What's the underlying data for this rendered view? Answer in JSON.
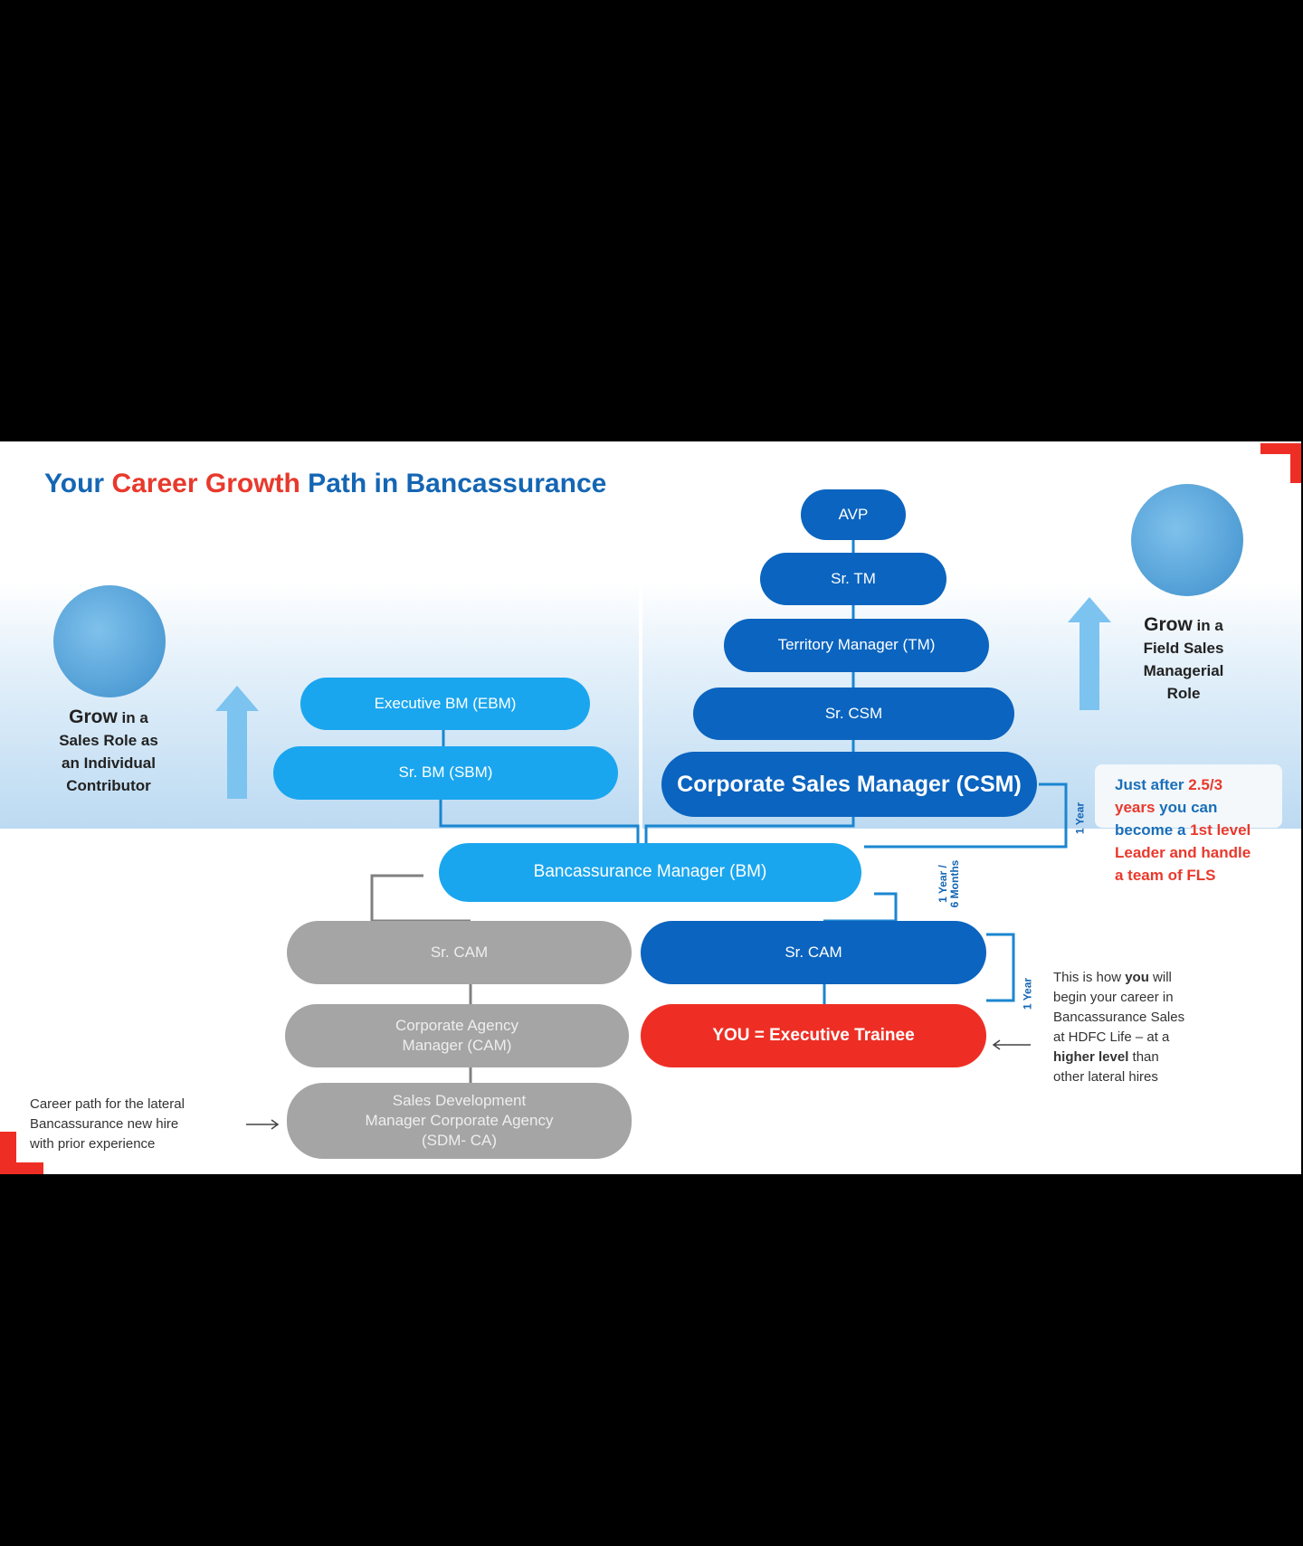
{
  "title": {
    "part1": "Your ",
    "part2": "Career Growth",
    "part3": " Path in Bancassurance"
  },
  "left_panel": {
    "grow": "Grow",
    "in_a": " in a",
    "line2": "Sales Role as",
    "line3": "an Individual",
    "line4": "Contributor"
  },
  "right_panel": {
    "grow": "Grow",
    "in_a": " in a",
    "line2": "Field Sales",
    "line3": "Managerial",
    "line4": "Role"
  },
  "roles": {
    "avp": "AVP",
    "sr_tm": "Sr. TM",
    "tm": "Territory Manager (TM)",
    "sr_csm": "Sr. CSM",
    "csm": "Corporate Sales Manager (CSM)",
    "ebm": "Executive BM (EBM)",
    "sbm": "Sr. BM (SBM)",
    "bm": "Bancassurance Manager (BM)",
    "sr_cam_lateral": "Sr. CAM",
    "sr_cam": "Sr. CAM",
    "cam_line1": "Corporate Agency",
    "cam_line2": "Manager (CAM)",
    "sdm_line1": "Sales Development",
    "sdm_line2": "Manager Corporate Agency",
    "sdm_line3": "(SDM- CA)",
    "you": "YOU = Executive Trainee"
  },
  "durations": {
    "csm": "1 Year",
    "bm_line1": "1 Year /",
    "bm_line2": "6 Months",
    "sr_cam": "1 Year"
  },
  "callout": {
    "a": "Just after ",
    "b": "2.5/3",
    "c": "years",
    "d": " you can",
    "e": "become a ",
    "f": "1st level",
    "g": "Leader and handle",
    "h": "a team of FLS"
  },
  "you_note": {
    "l1a": "This is how ",
    "l1b": "you",
    "l1c": " will",
    "l2": "begin your career in",
    "l3": "Bancassurance Sales",
    "l4": "at HDFC Life – at a",
    "l5a": "higher level",
    "l5b": " than",
    "l6": "other lateral hires"
  },
  "lateral_note": {
    "l1": "Career path for the lateral",
    "l2": "Bancassurance new hire",
    "l3": "with prior experience"
  },
  "colors": {
    "dark_blue": "#0b64bf",
    "light_blue": "#1aa6ee",
    "gray": "#a5a5a5",
    "red": "#ee2e24"
  }
}
